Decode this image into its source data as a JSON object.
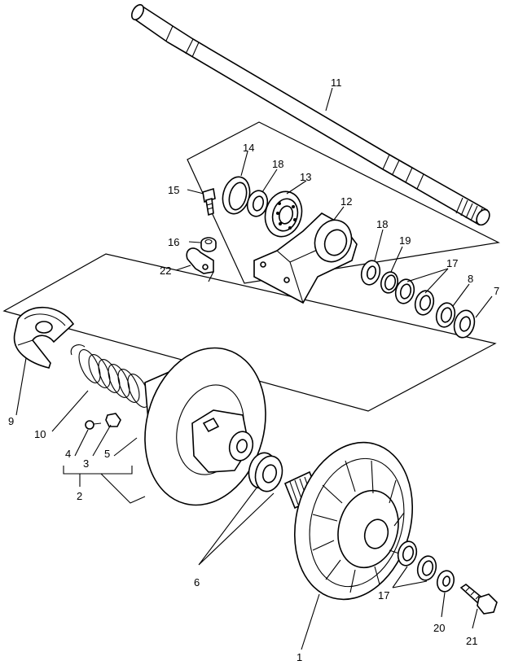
{
  "callouts": {
    "c1": "1",
    "c2": "2",
    "c3": "3",
    "c4": "4",
    "c5": "5",
    "c6": "6",
    "c7": "7",
    "c8": "8",
    "c9": "9",
    "c10": "10",
    "c11": "11",
    "c12": "12",
    "c13": "13",
    "c14": "14",
    "c15": "15",
    "c16": "16",
    "c17a": "17",
    "c17b": "17",
    "c18a": "18",
    "c18b": "18",
    "c19": "19",
    "c20": "20",
    "c21": "21",
    "c22": "22"
  }
}
